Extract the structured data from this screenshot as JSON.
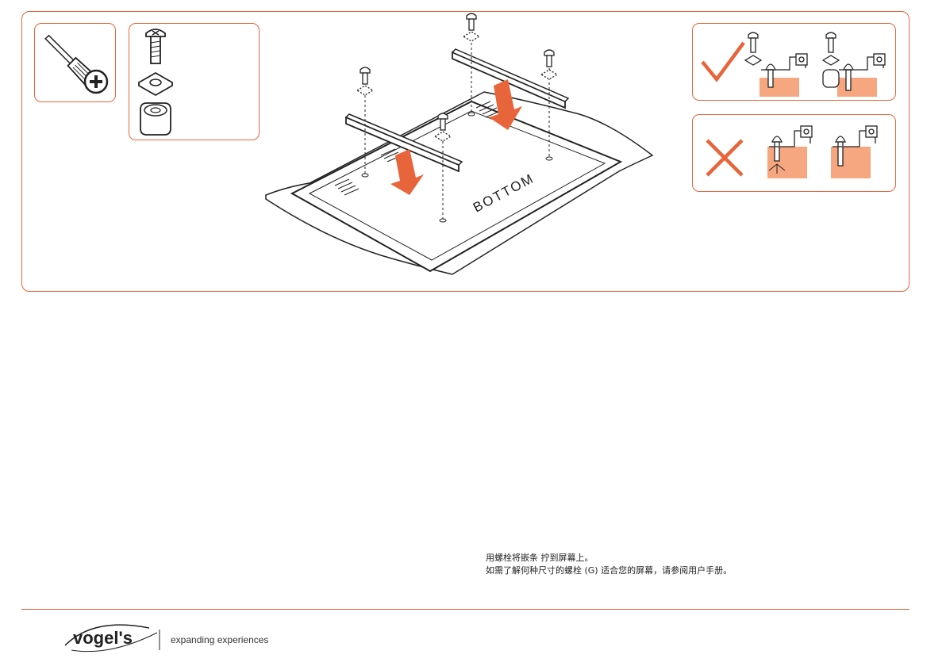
{
  "caption": {
    "line1": "用螺栓将嵌条      拧到屏幕上。",
    "line2": "如需了解何种尺寸的螺栓 (G) 适合您的屏幕，请参阅用户手册。"
  },
  "screen_label": "BOTTOM",
  "footer": {
    "brand": "vogel's",
    "tagline": "expanding experiences"
  },
  "colors": {
    "accent": "#e8643a",
    "surface": "#f7a77f",
    "ink": "#222222"
  },
  "icons": [
    "screwdriver-icon",
    "phillips-plus-icon",
    "bolt-icon",
    "washer-icon",
    "spacer-icon",
    "checkmark-icon",
    "cross-icon"
  ]
}
